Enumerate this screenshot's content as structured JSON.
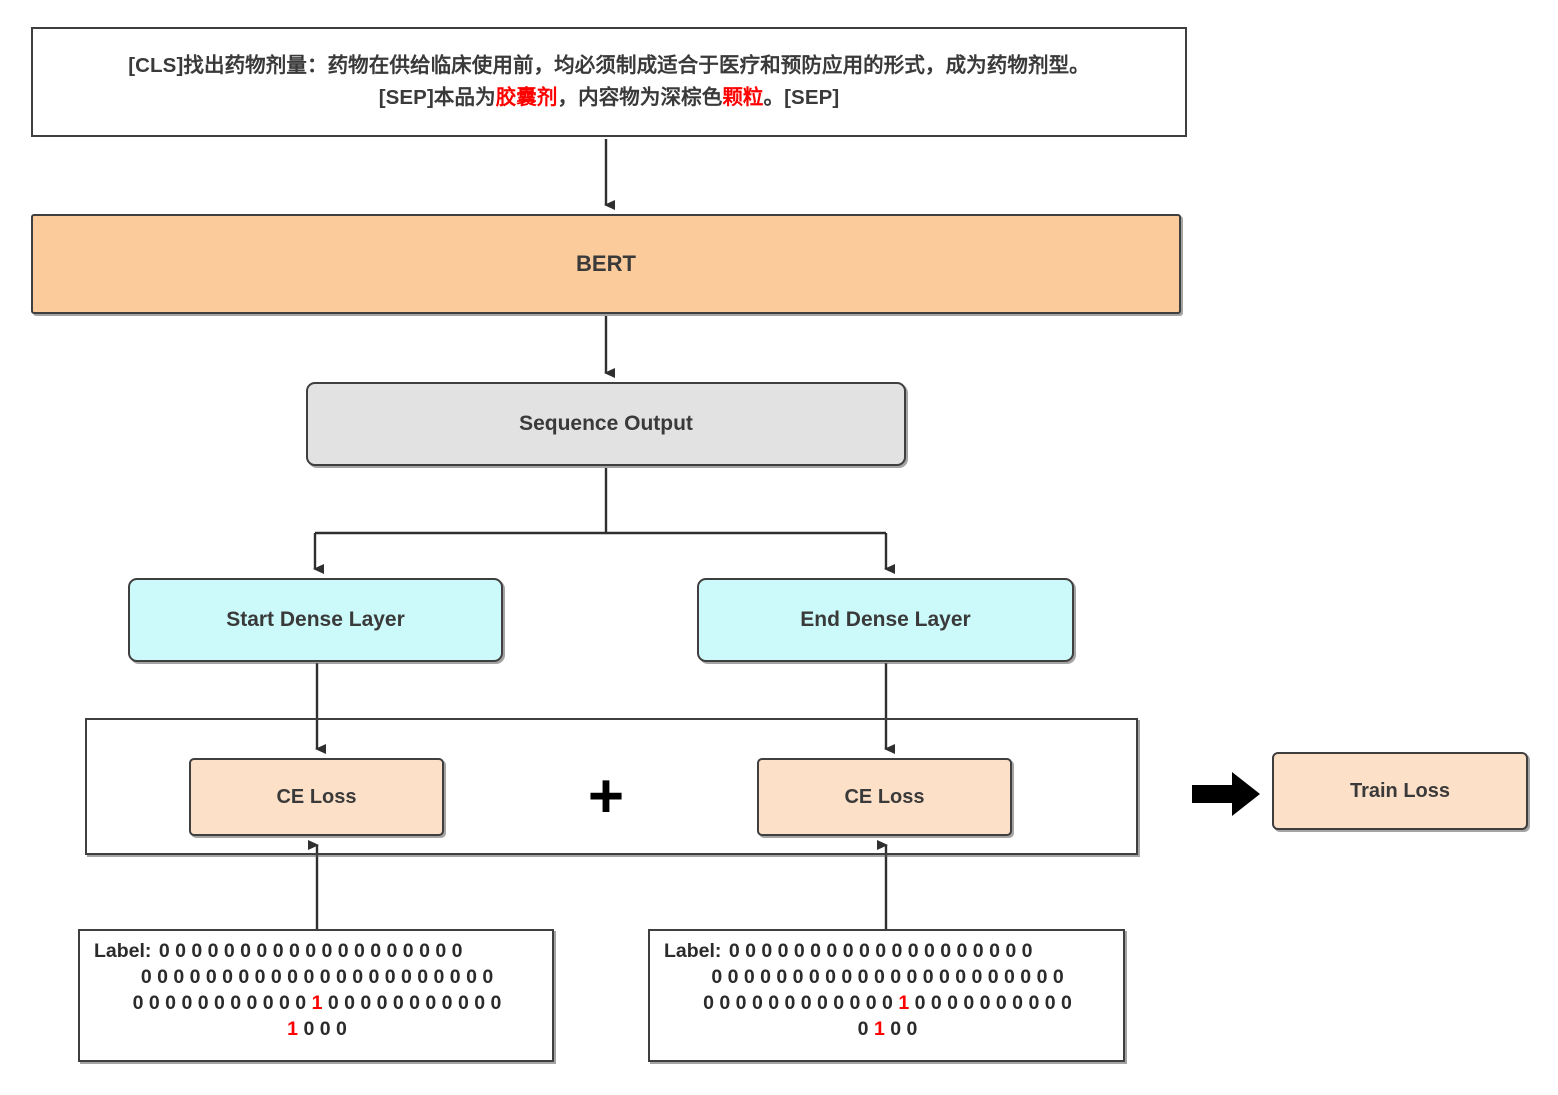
{
  "diagram": {
    "title": "BERT span extraction training diagram",
    "colors": {
      "bert_fill": "#fbcb9b",
      "sequence_output_fill": "#e2e2e2",
      "dense_fill": "#ccfafa",
      "loss_fill": "#fce0c8",
      "highlight": "#ff0000",
      "stroke": "#3f3f3f"
    }
  },
  "input": {
    "line1_prefix": "[CLS]找出药物剂量：药物在供给临床使用前，均必须制成适合于医疗和预防应用的形式，成为药物剂型。",
    "line2_a": "[SEP]本品为",
    "line2_hl1": "胶囊剂",
    "line2_b": "，内容物为深棕色",
    "line2_hl2": "颗粒",
    "line2_c": "。[SEP]"
  },
  "bert": {
    "label": "BERT"
  },
  "sequence_output": {
    "label": "Sequence Output"
  },
  "dense": {
    "start_label": "Start Dense Layer",
    "end_label": "End Dense Layer"
  },
  "loss": {
    "start_ce_label": "CE Loss",
    "end_ce_label": "CE Loss",
    "plus": "+",
    "train_loss_label": "Train Loss"
  },
  "labels": {
    "start": {
      "lead": "Label:",
      "row1": "0 0 0 0 0 0 0 0 0 0 0 0 0 0 0 0 0 0 0",
      "row2": "0 0 0 0 0 0 0 0 0 0 0 0 0 0 0 0 0 0 0 0 0 0",
      "row3_pre": "0 0 0 0 0 0 0 0 0 0 0",
      "row3_hit": "1",
      "row3_post": "0 0 0 0 0 0 0 0 0 0 0",
      "row4_hit": "1",
      "row4_post": "0 0 0"
    },
    "end": {
      "lead": "Label:",
      "row1": "0 0 0 0 0 0 0 0 0 0 0 0 0 0 0 0 0 0 0",
      "row2": "0 0 0 0 0 0 0 0 0 0 0 0 0 0 0 0 0 0 0 0 0 0",
      "row3_pre": "0 0 0 0 0 0 0 0 0 0 0 0",
      "row3_hit": "1",
      "row3_post": "0 0 0 0 0 0 0 0 0 0",
      "row4_pre": "0",
      "row4_hit": "1",
      "row4_post": "0 0"
    }
  }
}
